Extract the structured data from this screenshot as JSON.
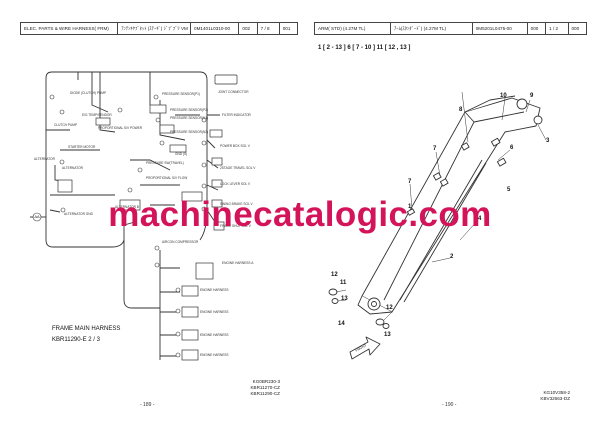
{
  "left": {
    "header": {
      "cell1": "ELEC. PARTS & WIRE HARNESS( FRM)",
      "cell2": "ｱﾝﾃﾝｷﾔﾌﾞﾈｯﾄ (ｽﾃｰｷﾞ) ｼﾞﾌﾞﾌﾞﾘ VM",
      "cell3": "0M1401L0310-00",
      "cell4": "002",
      "cell5": "7 / 8",
      "cell6": "001"
    },
    "labels": [
      "DIODE (CLUTCH) PUMP",
      "E/G TEMP/SENDOR",
      "CLUTCH PUMP",
      "PROPORTIONAL S/V POWER",
      "STARTER MOTOR",
      "PRESSURE SENSOR(P1)",
      "PRESSURE SENSOR(P2)",
      "PRESSURE SENSOR(N1)",
      "PRESSURE SENSOR(N2)",
      "GND (S)",
      "PRESSURE SW(TRAVEL)",
      "PROPORTIONAL S/V FLOW",
      "JOINT CONNECTOR",
      "FILTER INDICATOR",
      "POWER BOX SOL V",
      "2STAGE TRAVEL SOL V",
      "LOCK LEVER SOL V",
      "SWING BRAKE SOL V",
      "FRAME SHUT SOL V",
      "ALTERNATOR",
      "ALTERNATOR",
      "ALTERNATOR B",
      "ALTERNATOR GND",
      "AIRCON COMPRESSOR",
      "ENGINE HARNESS A",
      "ENGINE HARNESS",
      "ENGINE HARNESS",
      "ENGINE HARNESS",
      "ENGINE HARNESS"
    ],
    "aa_label": "AA",
    "title": "FRAME MAIN HARNESS",
    "subtitle": "KBR11290-E 2 / 3",
    "codes": [
      "KG0BR230-3",
      "KBR11270-CZ",
      "KBR11290-CZ"
    ],
    "page_number": "- 189 -"
  },
  "right": {
    "header": {
      "cell1": "ARM( STD) (4.27M TL)",
      "cell2": "ｱｰﾑ(ｽﾀﾝﾀﾞｰﾄﾞ) (4.27M TL)",
      "cell3": "0M5201L0475-00",
      "cell4": "000",
      "cell5": "1 / 2",
      "cell6": "000"
    },
    "groups": "1 [ 2 - 13 ]   6 [ 7 - 10 ]   11 [ 12 , 13 ]",
    "callouts": [
      "1",
      "2",
      "3",
      "4",
      "5",
      "6",
      "7",
      "7",
      "8",
      "9",
      "10",
      "11",
      "12",
      "12",
      "13",
      "13",
      "14"
    ],
    "front_label": "FRONT",
    "codes": [
      "KG10V358-2",
      "KBV32663-DZ"
    ],
    "page_number": "- 190 -"
  },
  "watermark": "machinecatalogic.com",
  "colors": {
    "watermark": "#d4145a",
    "line": "#333333",
    "border": "#444444"
  }
}
